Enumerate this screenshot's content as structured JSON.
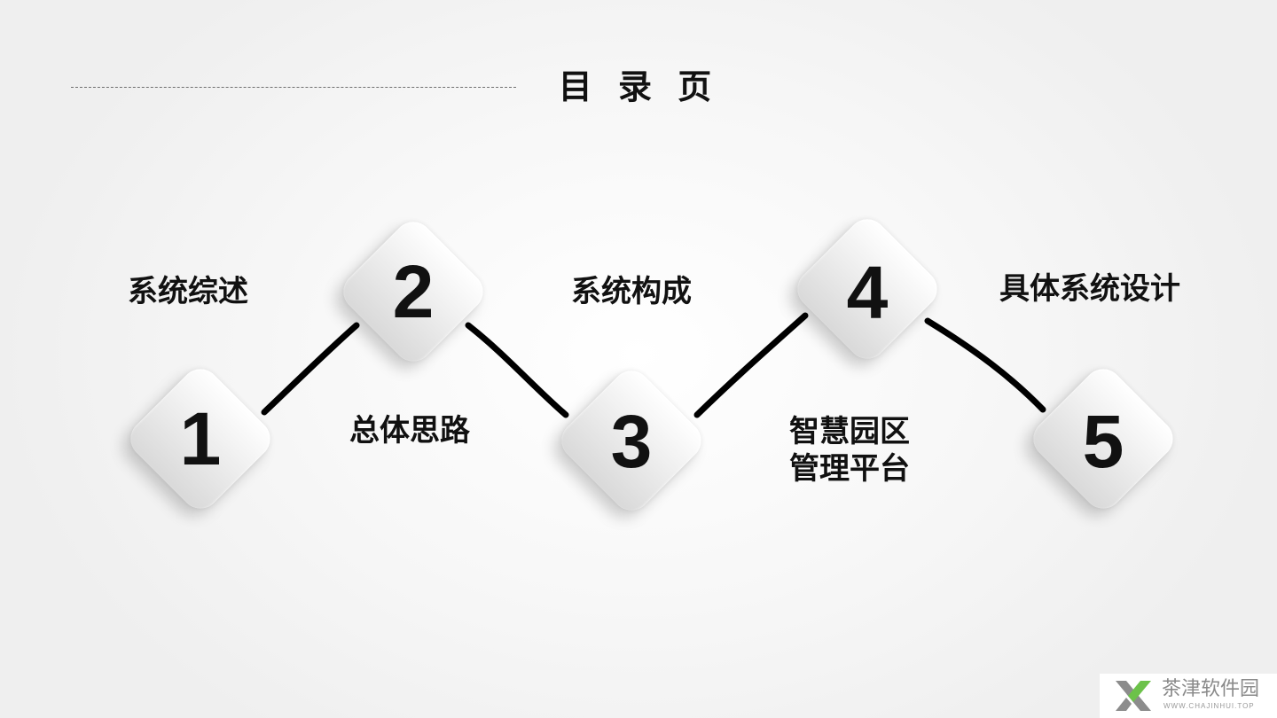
{
  "header": {
    "title": "目 录 页"
  },
  "steps": [
    {
      "number": "1",
      "label": "系统综述"
    },
    {
      "number": "2",
      "label": "总体思路"
    },
    {
      "number": "3",
      "label": "系统构成"
    },
    {
      "number": "4",
      "label_line1": "智慧园区",
      "label_line2": "管理平台"
    },
    {
      "number": "5",
      "label": "具体系统设计"
    }
  ],
  "watermark": {
    "name": "茶津软件园",
    "url": "WWW.CHAJINHUI.TOP",
    "accent": "#6cc24a"
  }
}
